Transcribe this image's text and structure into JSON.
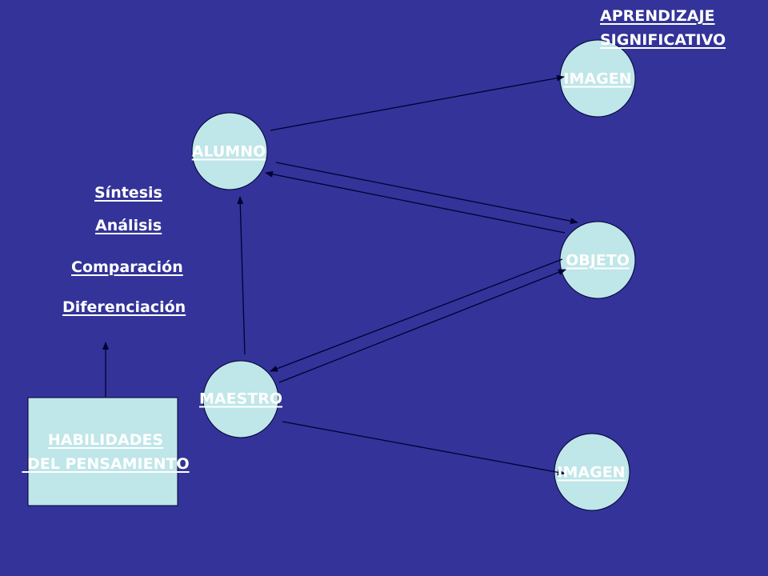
{
  "nodes": {
    "alumno": "ALUMNO",
    "imagen_top": "IMAGEN",
    "objeto": "OBJETO",
    "maestro": "MAESTRO",
    "imagen_bottom": "IMAGEN"
  },
  "corner_label": "APRENDIZAJE\nSIGNIFICATIVO",
  "box_label": "HABILIDADES\n DEL PENSAMIENTO",
  "skills": [
    "Síntesis",
    "Análisis",
    "Comparación",
    "Diferenciación"
  ],
  "colors": {
    "background": "#333399",
    "node_fill": "#bfe6e8",
    "text": "#ffffff",
    "arrow": "#000033"
  }
}
